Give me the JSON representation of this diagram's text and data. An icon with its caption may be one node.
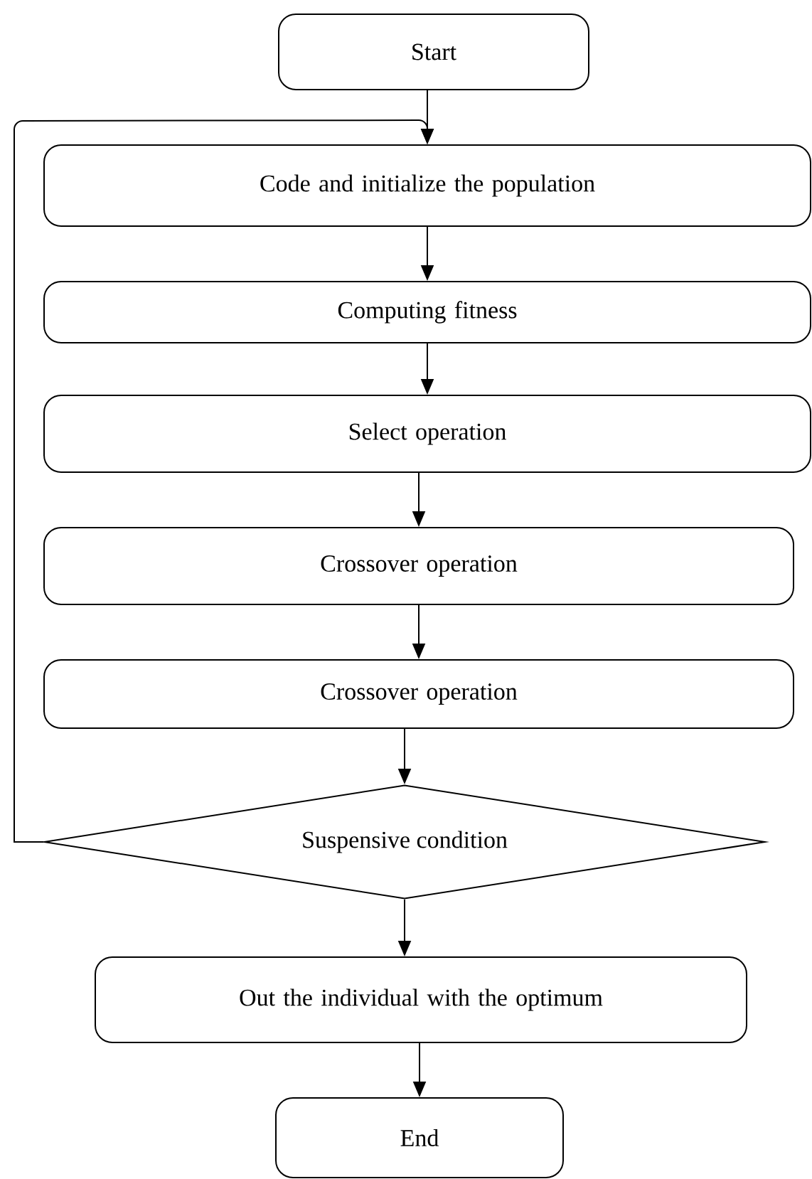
{
  "diagram": {
    "nodes": [
      {
        "text": [
          "Start"
        ]
      },
      {
        "text": [
          "Code and initialize the population"
        ]
      },
      {
        "text": [
          "Computing fitness"
        ]
      },
      {
        "text": [
          "Select operation"
        ]
      },
      {
        "text": [
          "Crossover operation"
        ]
      },
      {
        "text": [
          "Crossover operation"
        ]
      },
      {
        "text": [
          "Suspensive condition"
        ]
      },
      {
        "text": [
          "Out the individual with the optimum"
        ]
      },
      {
        "text": [
          "End"
        ]
      }
    ],
    "edges": [
      {
        "from": 0,
        "to": 1,
        "arrow": "to"
      },
      {
        "from": 1,
        "to": 2,
        "arrow": "to"
      },
      {
        "from": 2,
        "to": 3,
        "arrow": "to"
      },
      {
        "from": 3,
        "to": 4,
        "arrow": "to"
      },
      {
        "from": 4,
        "to": 5,
        "arrow": "to"
      },
      {
        "from": 5,
        "to": 6,
        "arrow": "to"
      },
      {
        "from": 6,
        "to": 1,
        "arrow": "to"
      },
      {
        "from": 6,
        "to": 7,
        "arrow": "to"
      },
      {
        "from": 7,
        "to": 8,
        "arrow": "to"
      }
    ]
  }
}
